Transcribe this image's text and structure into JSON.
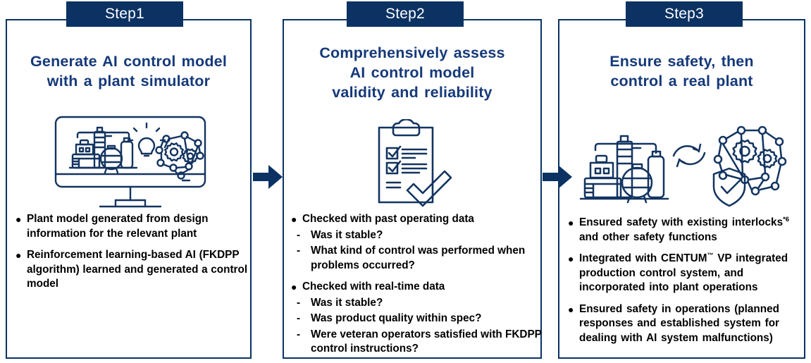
{
  "theme": {
    "navy": "#0b3263",
    "title_blue": "#15397a",
    "body_black": "#000000",
    "panel_bg": "#ffffff",
    "page_bg": "#ffffff"
  },
  "steps": [
    {
      "tab_label": "Step1",
      "title": "Generate AI control model\nwith a plant simulator",
      "icon": "monitor-plant-simulator-ai-icon",
      "bullets": [
        {
          "marker": "dot",
          "text": "Plant model generated from design information for the relevant plant"
        },
        {
          "marker": "dot",
          "text": "Reinforcement learning-based AI (FKDPP algorithm) learned and generated a control model"
        }
      ]
    },
    {
      "tab_label": "Step2",
      "title": "Comprehensively  assess\nAI control model\nvalidity and reliability",
      "icon": "clipboard-checklist-checkmark-icon",
      "bullets": [
        {
          "marker": "dot",
          "text": "Checked with past operating data"
        },
        {
          "marker": "dash",
          "text": "Was it stable?"
        },
        {
          "marker": "dash",
          "text": "What kind of control was performed when problems occurred?"
        },
        {
          "marker": "dot",
          "text": "Checked with real-time data"
        },
        {
          "marker": "dash",
          "text": "Was it stable?"
        },
        {
          "marker": "dash",
          "text": "Was product quality within spec?"
        },
        {
          "marker": "dash",
          "text": "Were veteran operators satisfied with FKDPP control instructions?"
        }
      ]
    },
    {
      "tab_label": "Step3",
      "title": "Ensure safety, then\ncontrol a real plant",
      "icon": "plant-sync-ai-shield-icon",
      "bullets": [
        {
          "marker": "dot",
          "text_parts": [
            "Ensured  safety  with  existing interlocks",
            "*6",
            "  and  other  safety  functions"
          ]
        },
        {
          "marker": "dot",
          "text_parts": [
            "Integrated  with  CENTUM",
            "™",
            "  VP integrated  production  control  system, and  incorporated  into plant operations"
          ]
        },
        {
          "marker": "dot",
          "text_parts": [
            "Ensured  safety  in  operations  (planned responses  and  established  system  for dealing  with  AI system malfunctions)"
          ]
        }
      ]
    }
  ],
  "arrows": [
    {
      "name": "flow-arrow-step1-to-step2"
    },
    {
      "name": "flow-arrow-step2-to-step3"
    }
  ]
}
